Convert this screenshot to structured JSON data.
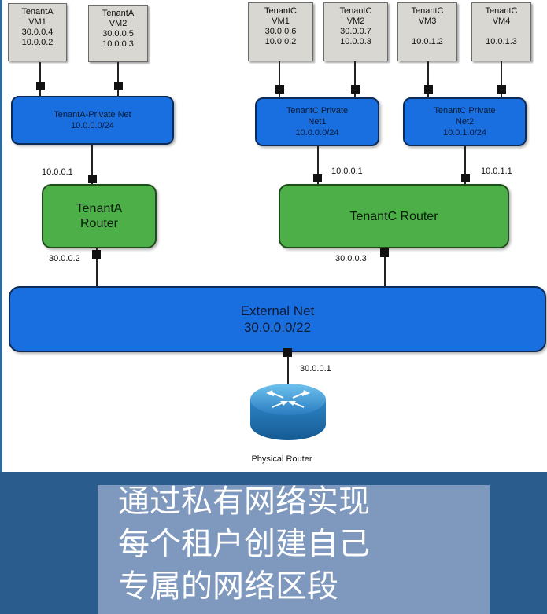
{
  "vms": [
    {
      "id": "a1",
      "line1": "TenantA",
      "line2": "VM1",
      "ip1": "30.0.0.4",
      "ip2": "10.0.0.2"
    },
    {
      "id": "a2",
      "line1": "TenantA",
      "line2": "VM2",
      "ip1": "30.0.0.5",
      "ip2": "10.0.0.3"
    },
    {
      "id": "c1",
      "line1": "TenantC",
      "line2": "VM1",
      "ip1": "30.0.0.6",
      "ip2": "10.0.0.2"
    },
    {
      "id": "c2",
      "line1": "TenantC",
      "line2": "VM2",
      "ip1": "30.0.0.7",
      "ip2": "10.0.0.3"
    },
    {
      "id": "c3",
      "line1": "TenantC",
      "line2": "VM3",
      "ip1": "",
      "ip2": "10.0.1.2"
    },
    {
      "id": "c4",
      "line1": "TenantC",
      "line2": "VM4",
      "ip1": "",
      "ip2": "10.0.1.3"
    }
  ],
  "nets": {
    "a_private": {
      "name": "TenantA-Private Net",
      "cidr": "10.0.0.0/24"
    },
    "c_net1": {
      "name": "TenantC Private Net1",
      "cidr": "10.0.0.0/24"
    },
    "c_net2": {
      "name": "TenantC Private Net2",
      "cidr": "10.0.1.0/24"
    },
    "external": {
      "name": "External Net",
      "cidr": "30.0.0.0/22"
    }
  },
  "routers": {
    "a": {
      "line1": "TenantA",
      "line2": "Router"
    },
    "c": {
      "line1": "TenantC Router"
    }
  },
  "labels": {
    "a_router_private_ip": "10.0.0.1",
    "a_router_external_ip": "30.0.0.2",
    "c_router_net1_ip": "10.0.0.1",
    "c_router_net2_ip": "10.0.1.1",
    "c_router_external_ip": "30.0.0.3",
    "physical_router_ip": "30.0.0.1",
    "physical_router_name": "Physical Router"
  },
  "caption": {
    "line1": "通过私有网络实现",
    "line2": "每个租户创建自己",
    "line3": "专属的网络区段"
  },
  "colors": {
    "network": "#1a6fe0",
    "router": "#4caf48",
    "vm": "#d9d7d2",
    "caption_band": "#2a5c8e"
  }
}
